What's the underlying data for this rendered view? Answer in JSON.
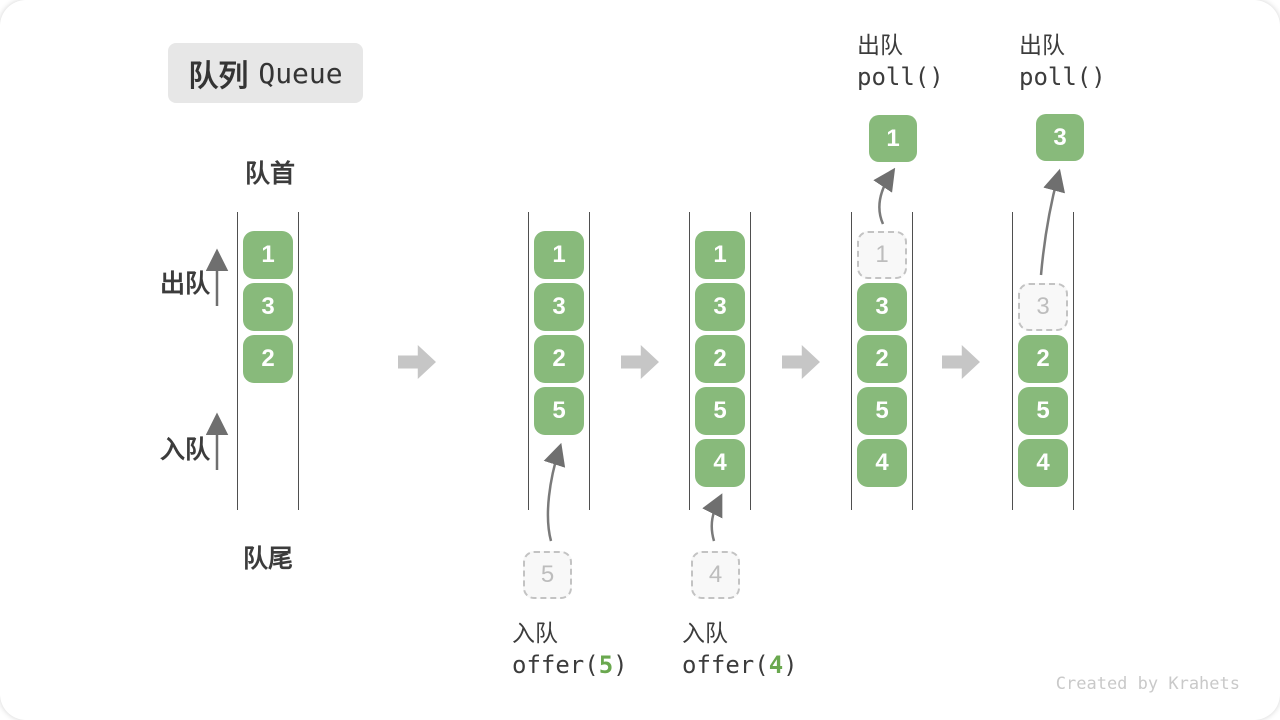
{
  "title": {
    "zh": "队列",
    "en": "Queue"
  },
  "side_labels": {
    "front": "队首",
    "rear": "队尾",
    "dequeue": "出队",
    "enqueue": "入队"
  },
  "queues": [
    {
      "cells": [
        {
          "v": "1"
        },
        {
          "v": "3"
        },
        {
          "v": "2"
        }
      ]
    },
    {
      "cells": [
        {
          "v": "1"
        },
        {
          "v": "3"
        },
        {
          "v": "2"
        },
        {
          "v": "5"
        }
      ],
      "pending": {
        "v": "5"
      }
    },
    {
      "cells": [
        {
          "v": "1"
        },
        {
          "v": "3"
        },
        {
          "v": "2"
        },
        {
          "v": "5"
        },
        {
          "v": "4"
        }
      ],
      "pending": {
        "v": "4"
      }
    },
    {
      "cells": [
        {
          "v": "1",
          "ghost": true
        },
        {
          "v": "3"
        },
        {
          "v": "2"
        },
        {
          "v": "5"
        },
        {
          "v": "4"
        }
      ],
      "popped": {
        "v": "1"
      }
    },
    {
      "cells": [
        {
          "v": "3",
          "ghost": true
        },
        {
          "v": "2"
        },
        {
          "v": "5"
        },
        {
          "v": "4"
        }
      ],
      "popped": {
        "v": "3"
      }
    }
  ],
  "operations": {
    "enqueue5": {
      "label": "入队",
      "fn": "offer(",
      "arg": "5",
      "close": ")"
    },
    "enqueue4": {
      "label": "入队",
      "fn": "offer(",
      "arg": "4",
      "close": ")"
    },
    "dequeue1": {
      "label": "出队",
      "code": "poll()"
    },
    "dequeue3": {
      "label": "出队",
      "code": "poll()"
    }
  },
  "watermark": "Created by Krahets",
  "colors": {
    "box_green": "#88BA7B",
    "code_green": "#6aa84f",
    "label_dark": "#3c3c3c",
    "arrow_gray": "#c6c6c6",
    "line_dark": "#4f4f4f",
    "ghost_gray": "#c3c3c3"
  }
}
